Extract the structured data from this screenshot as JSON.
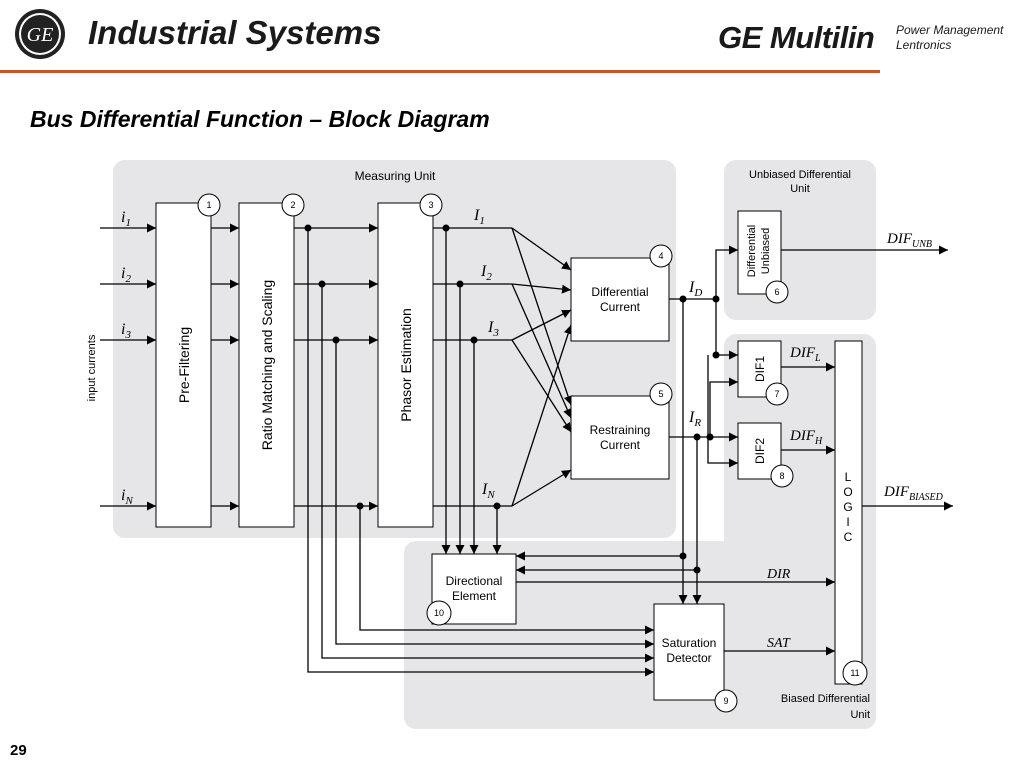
{
  "header": {
    "logo_text": "GE",
    "title": "Industrial Systems",
    "brand": "GE Multilin",
    "brand_sub_1": "Power Management",
    "brand_sub_2": "Lentronics"
  },
  "slide": {
    "subtitle": "Bus Differential Function – Block Diagram",
    "page_number": "29"
  },
  "diagram": {
    "regions": {
      "measuring_unit": "Measuring Unit",
      "unbiased_line1": "Unbiased Differential",
      "unbiased_line2": "Unit",
      "biased_line1": "Biased Differential",
      "biased_line2": "Unit"
    },
    "inputs_label": "input currents",
    "inputs": [
      {
        "base": "i",
        "sub": "1"
      },
      {
        "base": "i",
        "sub": "2"
      },
      {
        "base": "i",
        "sub": "3"
      },
      {
        "base": "i",
        "sub": "N"
      }
    ],
    "phasors": [
      {
        "base": "I",
        "sub": "1"
      },
      {
        "base": "I",
        "sub": "2"
      },
      {
        "base": "I",
        "sub": "3"
      },
      {
        "base": "I",
        "sub": "N"
      }
    ],
    "blocks": {
      "pre_filtering": "Pre-Filtering",
      "ratio_matching": "Ratio Matching and Scaling",
      "phasor_estimation": "Phasor Estimation",
      "differential_current_1": "Differential",
      "differential_current_2": "Current",
      "restraining_current_1": "Restraining",
      "restraining_current_2": "Current",
      "diff_unbiased_1": "Differential",
      "diff_unbiased_2": "Unbiased",
      "dif1": "DIF1",
      "dif2": "DIF2",
      "logic": [
        "L",
        "O",
        "G",
        "I",
        "C"
      ],
      "directional_1": "Directional",
      "directional_2": "Element",
      "saturation_1": "Saturation",
      "saturation_2": "Detector"
    },
    "block_numbers": [
      "1",
      "2",
      "3",
      "4",
      "5",
      "6",
      "7",
      "8",
      "9",
      "10",
      "11"
    ],
    "signals": {
      "id_base": "I",
      "id_sub": "D",
      "ir_base": "I",
      "ir_sub": "R",
      "dif_unb_base": "DIF",
      "dif_unb_sub": "UNB",
      "dif_l_base": "DIF",
      "dif_l_sub": "L",
      "dif_h_base": "DIF",
      "dif_h_sub": "H",
      "dif_biased_base": "DIF",
      "dif_biased_sub": "BIASED",
      "dir": "DIR",
      "sat": "SAT"
    }
  }
}
